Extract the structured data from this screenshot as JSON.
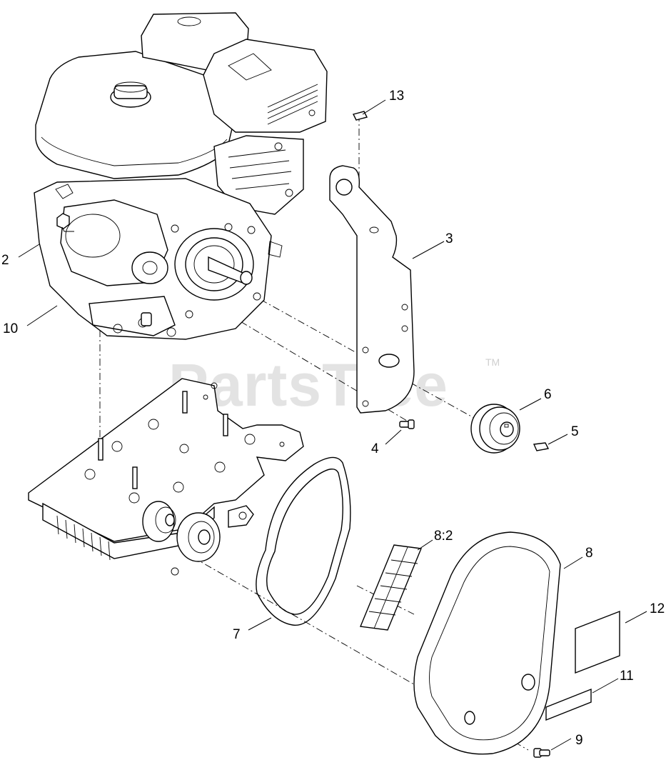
{
  "watermark": {
    "text": "PartsTree",
    "mark": "TM"
  },
  "callouts": {
    "c1": "13",
    "c2": "2",
    "c3": "3",
    "c4": "10",
    "c5": "6",
    "c6": "5",
    "c7": "4",
    "c8": "8:2",
    "c9": "8",
    "c10": "12",
    "c11": "7",
    "c12": "11",
    "c13": "9"
  }
}
